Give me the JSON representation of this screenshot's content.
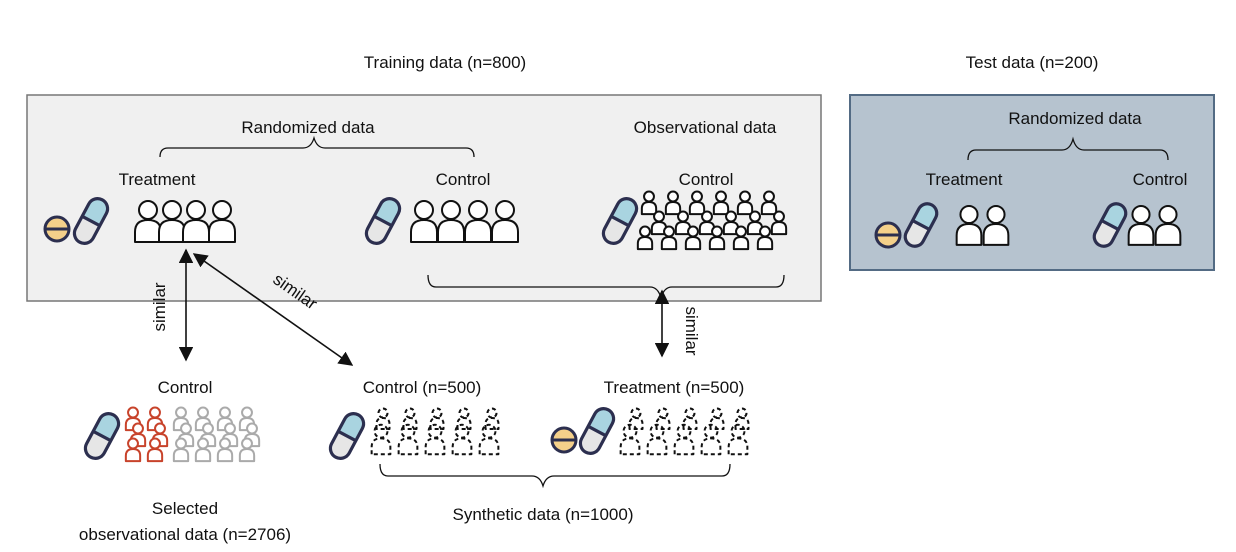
{
  "training": {
    "title": "Training data (n=800)",
    "randomized_label": "Randomized data",
    "observational_label": "Observational data",
    "treatment_label": "Treatment",
    "control_label": "Control",
    "obs_control_label": "Control"
  },
  "test": {
    "title": "Test data (n=200)",
    "randomized_label": "Randomized data",
    "treatment_label": "Treatment",
    "control_label": "Control"
  },
  "relations": {
    "similar_vertical": "similar",
    "similar_diagonal": "similar",
    "similar_right": "similar"
  },
  "selected": {
    "control_label": "Control",
    "caption_line1": "Selected",
    "caption_line2": "observational data (n=2706)"
  },
  "synthetic": {
    "control_label": "Control (n=500)",
    "treatment_label": "Treatment (n=500)",
    "caption": "Synthetic data (n=1000)"
  },
  "colors": {
    "training_box_fill": "#f0f0f0",
    "training_box_stroke": "#777777",
    "test_box_fill": "#b6c3cf",
    "test_box_stroke": "#536b84",
    "capsule_blue": "#a9d4e0",
    "capsule_outline": "#2c2f4f",
    "pill_yellow": "#f4d08a",
    "selected_red": "#c8432b",
    "faded_gray": "#aaaaaa"
  },
  "icons": [
    "capsule-icon",
    "pill-icon",
    "person-icon",
    "dashed-person-icon"
  ]
}
